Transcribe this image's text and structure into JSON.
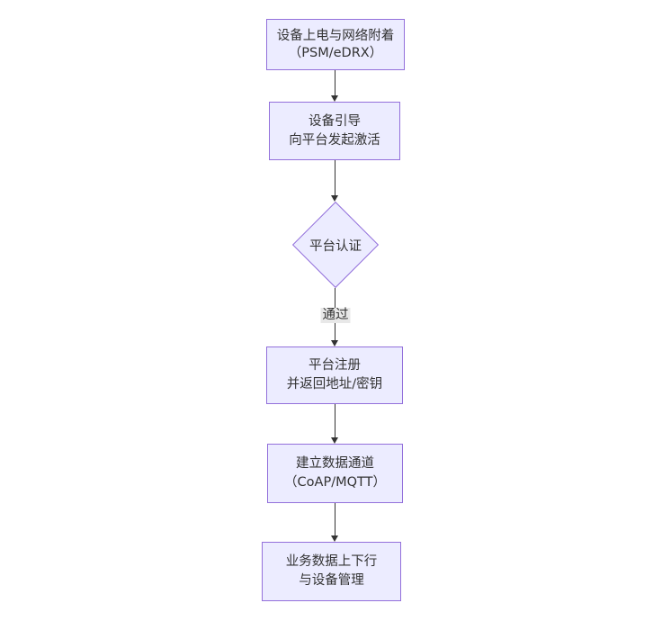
{
  "colors": {
    "node_fill": "#ECECFF",
    "node_border": "#9370DB",
    "edge_line": "#333333",
    "edge_label_bg": "#e8e8e8",
    "text": "#333333",
    "background": "#ffffff"
  },
  "nodes": {
    "power_on": {
      "line1": "设备上电与网络附着",
      "line2": "（PSM/eDRX）"
    },
    "bootstrap": {
      "line1": "设备引导",
      "line2": "向平台发起激活"
    },
    "platform_auth": {
      "label": "平台认证"
    },
    "register": {
      "line1": "平台注册",
      "line2": "并返回地址/密钥"
    },
    "data_channel": {
      "line1": "建立数据通道",
      "line2": "（CoAP/MQTT）"
    },
    "business": {
      "line1": "业务数据上下行",
      "line2": "与设备管理"
    }
  },
  "edges": {
    "pass_label": "通过"
  }
}
